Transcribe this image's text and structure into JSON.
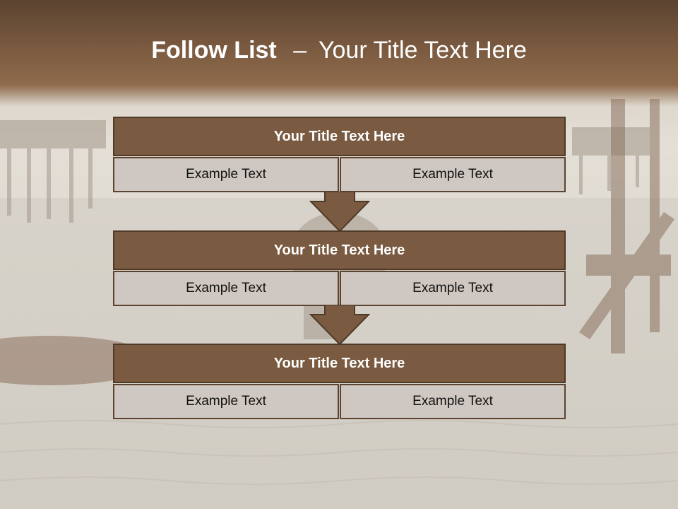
{
  "slide": {
    "title_bold": "Follow List",
    "title_dash": "–",
    "title_rest": "Your Title Text Here"
  },
  "colors": {
    "header": "#7a5a40",
    "block_title": "#7a5a40",
    "cell_bg": "#cfc7c1",
    "border": "#4f3a28"
  },
  "blocks": [
    {
      "title": "Your Title Text Here",
      "cells": [
        "Example Text",
        "Example Text"
      ]
    },
    {
      "title": "Your Title Text Here",
      "cells": [
        "Example Text",
        "Example Text"
      ]
    },
    {
      "title": "Your Title Text Here",
      "cells": [
        "Example Text",
        "Example Text"
      ]
    }
  ],
  "arrows": [
    "arrow-down-icon",
    "arrow-down-icon"
  ]
}
